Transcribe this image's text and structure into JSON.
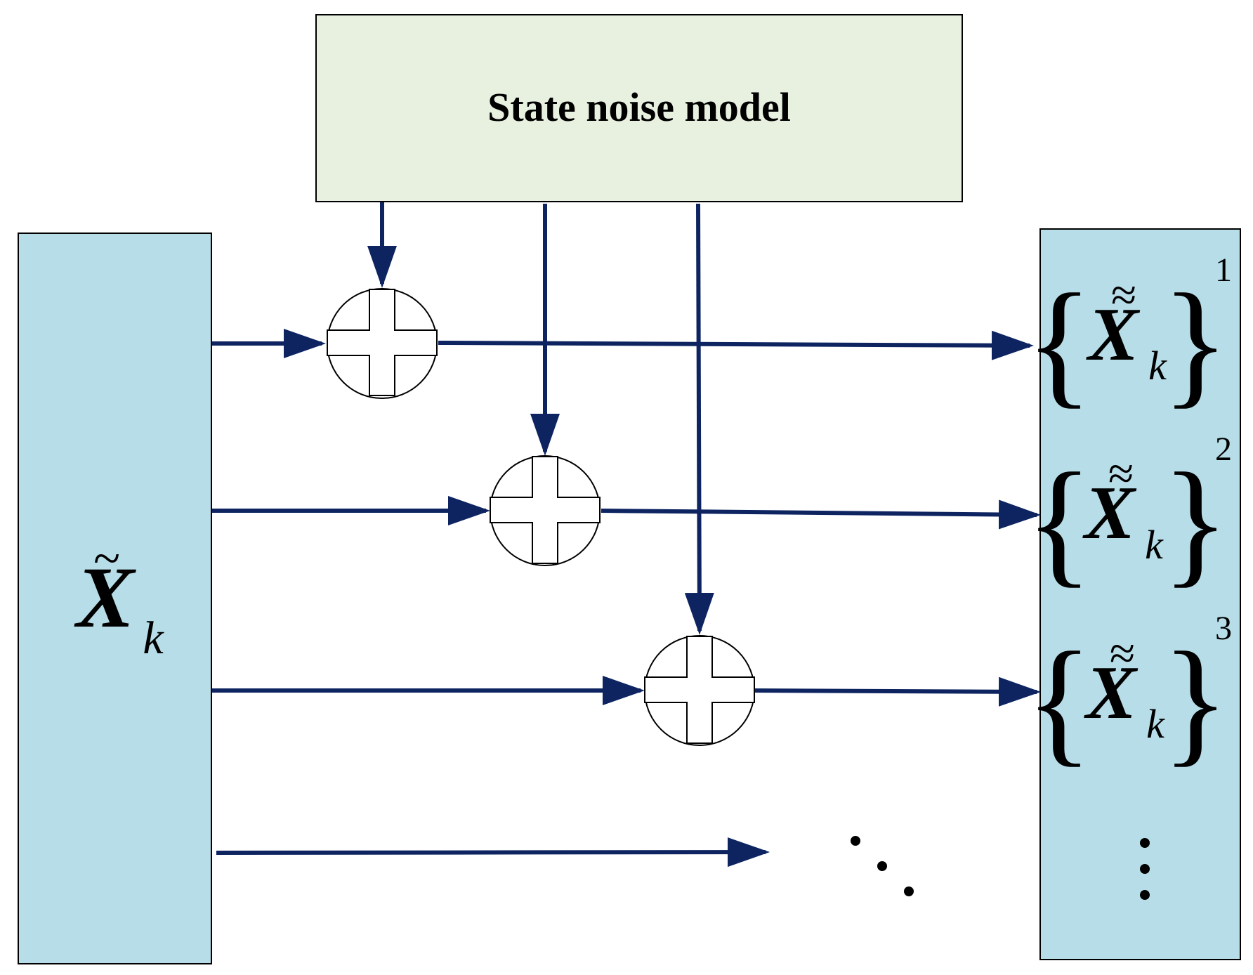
{
  "colors": {
    "arrow": "#0d2461",
    "noise_box_fill": "#e8f0df",
    "side_box_fill": "#b7dde8",
    "outline": "#000000"
  },
  "noise_model": {
    "label": "State noise model"
  },
  "input": {
    "symbol": "X",
    "accent": "~",
    "subscript": "k"
  },
  "outputs": [
    {
      "symbol": "X",
      "accent": "≈",
      "subscript": "k",
      "superscript": "1"
    },
    {
      "symbol": "X",
      "accent": "≈",
      "subscript": "k",
      "superscript": "2"
    },
    {
      "symbol": "X",
      "accent": "≈",
      "subscript": "k",
      "superscript": "3"
    }
  ],
  "adders": [
    {
      "name": "adder-1",
      "icon": "plus-icon"
    },
    {
      "name": "adder-2",
      "icon": "plus-icon"
    },
    {
      "name": "adder-3",
      "icon": "plus-icon"
    }
  ],
  "continuation": {
    "diagonal_ellipsis": true,
    "vertical_ellipsis": true
  }
}
